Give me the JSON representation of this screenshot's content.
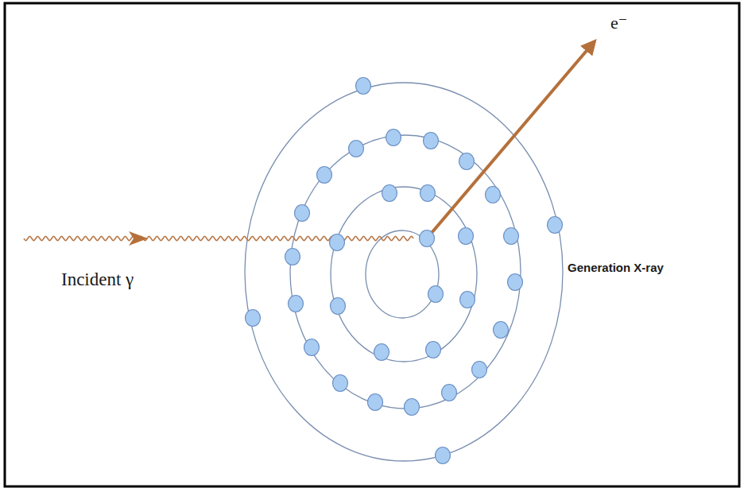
{
  "diagram": {
    "labels": [
      "Incident γ",
      "e⁻",
      "Generation X-ray"
    ]
  }
}
